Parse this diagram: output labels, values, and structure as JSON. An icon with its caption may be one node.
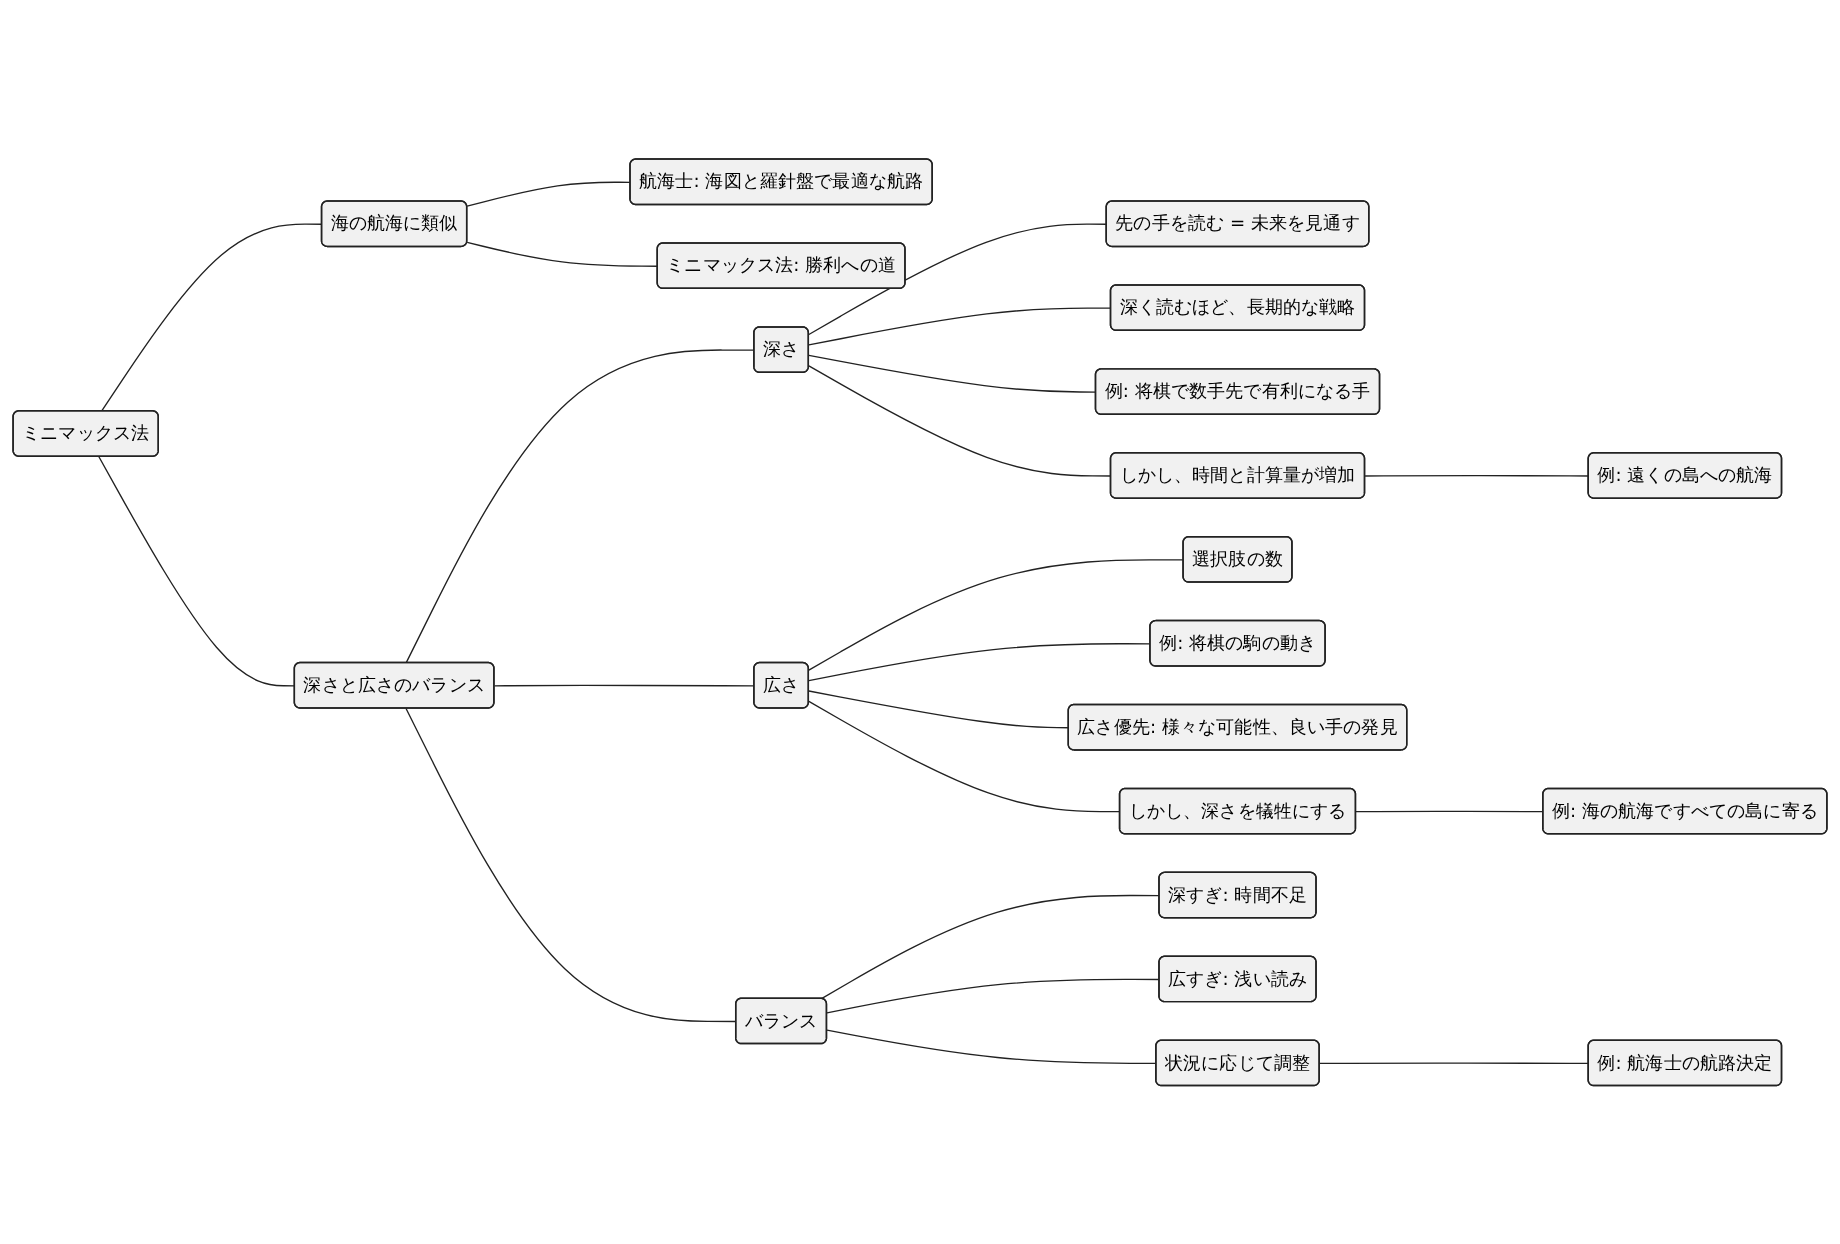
{
  "diagram": {
    "nodes": [
      {
        "text": [
          "ミニマックス法"
        ]
      },
      {
        "text": [
          "海の航海に類似"
        ]
      },
      {
        "text": [
          "航海士: 海図と羅針盤で最適な航路"
        ]
      },
      {
        "text": [
          "ミニマックス法: 勝利への道"
        ]
      },
      {
        "text": [
          "深さと広さのバランス"
        ]
      },
      {
        "text": [
          "深さ"
        ]
      },
      {
        "text": [
          "先の手を読む = 未来を見通す"
        ]
      },
      {
        "text": [
          "深く読むほど、長期的な戦略"
        ]
      },
      {
        "text": [
          "例: 将棋で数手先で有利になる手"
        ]
      },
      {
        "text": [
          "しかし、時間と計算量が増加"
        ]
      },
      {
        "text": [
          "例: 遠くの島への航海"
        ]
      },
      {
        "text": [
          "広さ"
        ]
      },
      {
        "text": [
          "選択肢の数"
        ]
      },
      {
        "text": [
          "例: 将棋の駒の動き"
        ]
      },
      {
        "text": [
          "広さ優先: 様々な可能性、良い手の発見"
        ]
      },
      {
        "text": [
          "しかし、深さを犠牲にする"
        ]
      },
      {
        "text": [
          "例: 海の航海ですべての島に寄る"
        ]
      },
      {
        "text": [
          "バランス"
        ]
      },
      {
        "text": [
          "深すぎ: 時間不足"
        ]
      },
      {
        "text": [
          "広すぎ: 浅い読み"
        ]
      },
      {
        "text": [
          "状況に応じて調整"
        ]
      },
      {
        "text": [
          "例: 航海士の航路決定"
        ]
      }
    ],
    "edges": [
      {
        "from": 0,
        "to": 1,
        "arrow": "none"
      },
      {
        "from": 1,
        "to": 2,
        "arrow": "none"
      },
      {
        "from": 1,
        "to": 3,
        "arrow": "none"
      },
      {
        "from": 0,
        "to": 4,
        "arrow": "none"
      },
      {
        "from": 4,
        "to": 5,
        "arrow": "none"
      },
      {
        "from": 5,
        "to": 6,
        "arrow": "none"
      },
      {
        "from": 5,
        "to": 7,
        "arrow": "none"
      },
      {
        "from": 5,
        "to": 8,
        "arrow": "none"
      },
      {
        "from": 5,
        "to": 9,
        "arrow": "none"
      },
      {
        "from": 9,
        "to": 10,
        "arrow": "none"
      },
      {
        "from": 4,
        "to": 11,
        "arrow": "none"
      },
      {
        "from": 11,
        "to": 12,
        "arrow": "none"
      },
      {
        "from": 11,
        "to": 13,
        "arrow": "none"
      },
      {
        "from": 11,
        "to": 14,
        "arrow": "none"
      },
      {
        "from": 11,
        "to": 15,
        "arrow": "none"
      },
      {
        "from": 15,
        "to": 16,
        "arrow": "none"
      },
      {
        "from": 4,
        "to": 17,
        "arrow": "none"
      },
      {
        "from": 17,
        "to": 18,
        "arrow": "none"
      },
      {
        "from": 17,
        "to": 19,
        "arrow": "none"
      },
      {
        "from": 17,
        "to": 20,
        "arrow": "none"
      },
      {
        "from": 20,
        "to": 21,
        "arrow": "none"
      }
    ]
  }
}
